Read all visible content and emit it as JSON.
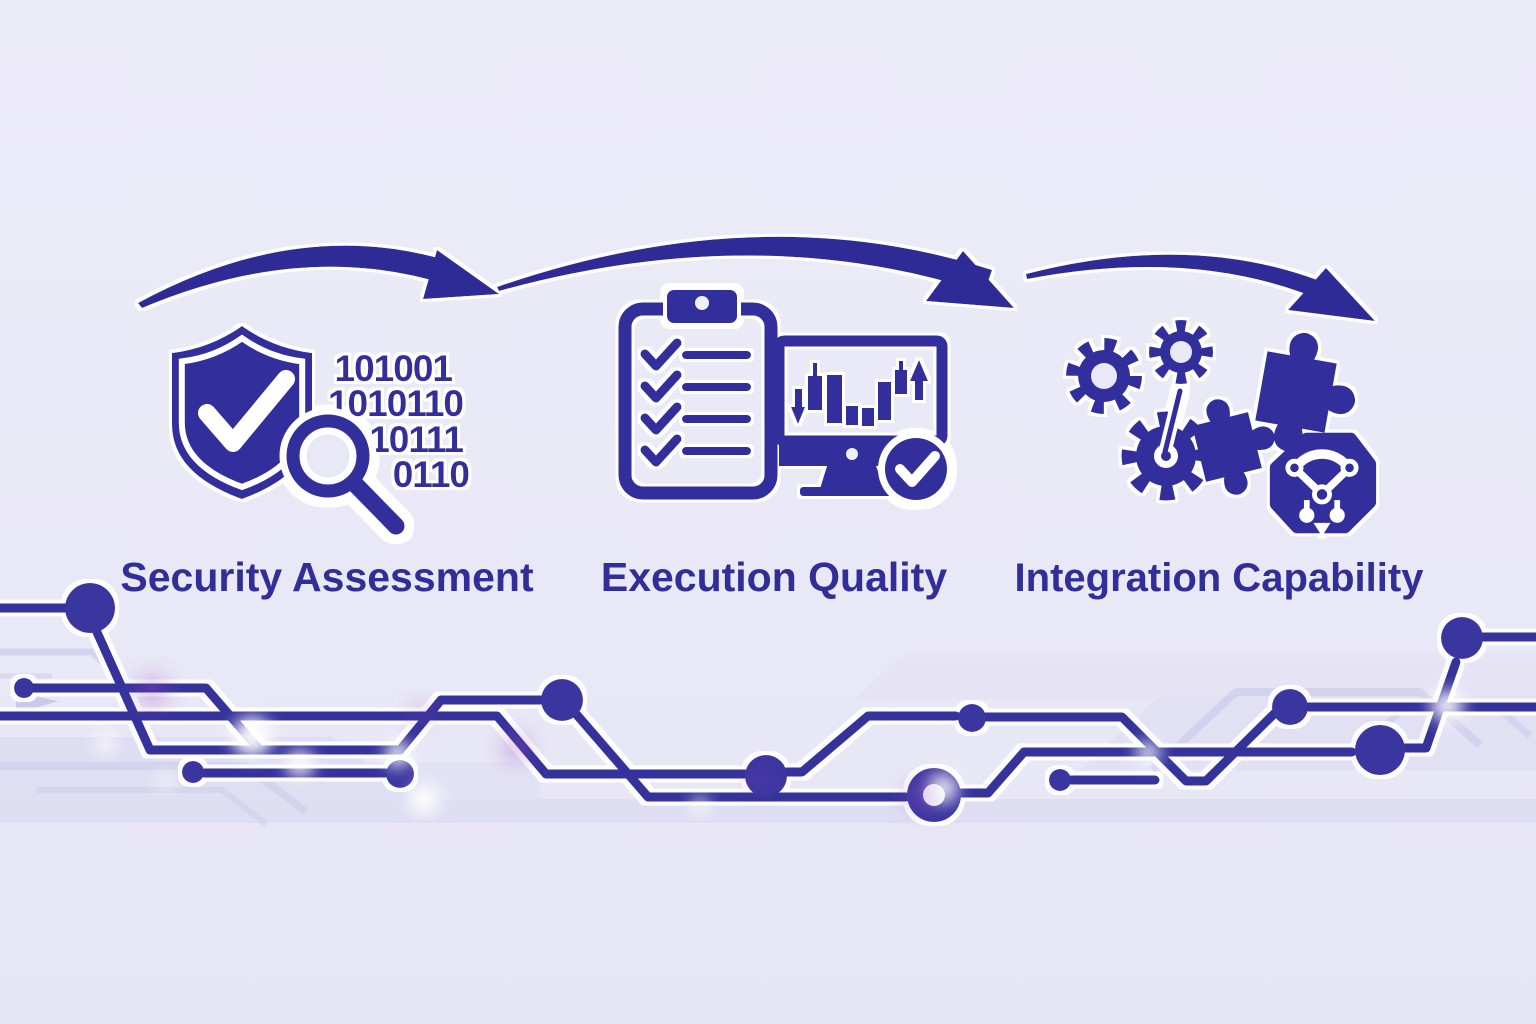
{
  "diagram": {
    "stages": [
      {
        "id": "security",
        "label": "Security Assessment"
      },
      {
        "id": "execution",
        "label": "Execution Quality"
      },
      {
        "id": "integration",
        "label": "Integration Capability"
      }
    ],
    "binary_code": {
      "lines": [
        "101001",
        "1010110",
        "10111",
        "0110"
      ]
    },
    "arrows": {
      "count": 3,
      "style": "curved-swoosh",
      "direction": "left-to-right"
    },
    "colors": {
      "background": "#e9e8f6",
      "primary": "#322f9b",
      "arrow": "#2f2c96",
      "circuit_line": "#36339c",
      "light_trace": "#dcdbf1",
      "halo": "#ffffff",
      "accent_glow": "#a24fc0"
    },
    "icons": [
      "shield-check-icon",
      "magnifier-icon",
      "binary-code",
      "clipboard-checklist-icon",
      "monitor-candlestick-icon",
      "check-badge-icon",
      "gear-icon",
      "puzzle-piece-icon",
      "integration-hub-icon",
      "flow-arrow",
      "circuit-board-graphic"
    ]
  }
}
